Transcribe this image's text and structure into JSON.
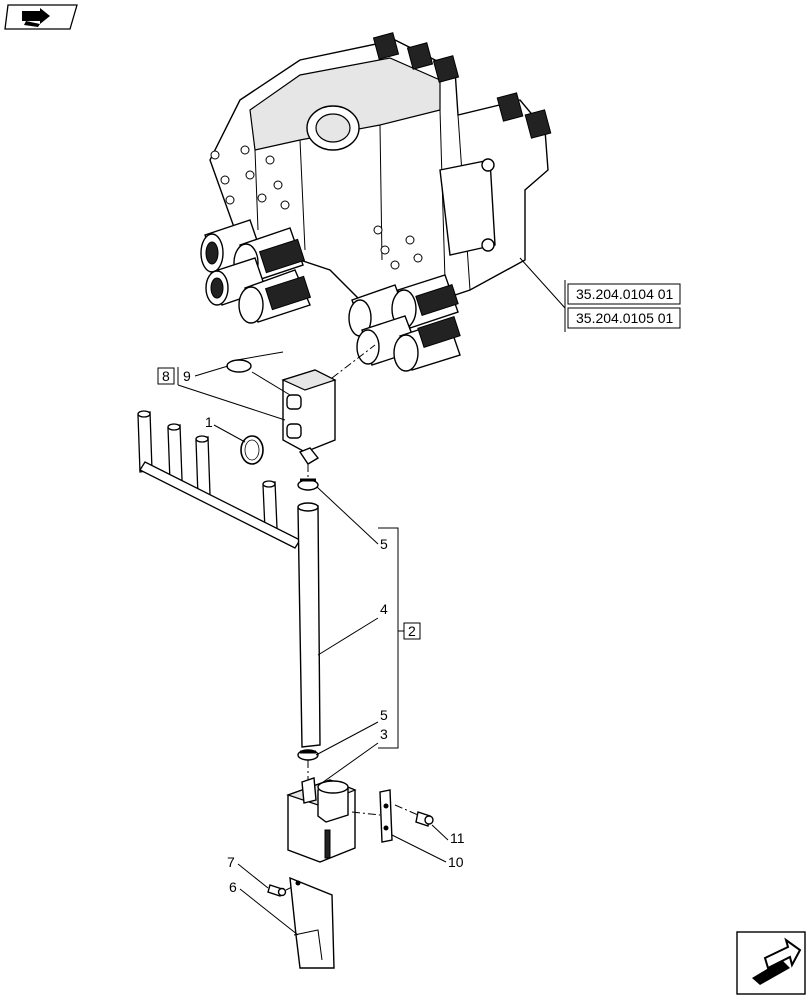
{
  "header": {
    "icon": "book-arrow-icon"
  },
  "footer": {
    "icon": "next-page-arrow-icon"
  },
  "references": [
    "35.204.0104 01",
    "35.204.0105 01"
  ],
  "callouts": {
    "c1": "1",
    "c2": "2",
    "c3": "3",
    "c4": "4",
    "c5a": "5",
    "c5b": "5",
    "c6": "6",
    "c7": "7",
    "c8": "8",
    "c9": "9",
    "c10": "10",
    "c11": "11"
  }
}
